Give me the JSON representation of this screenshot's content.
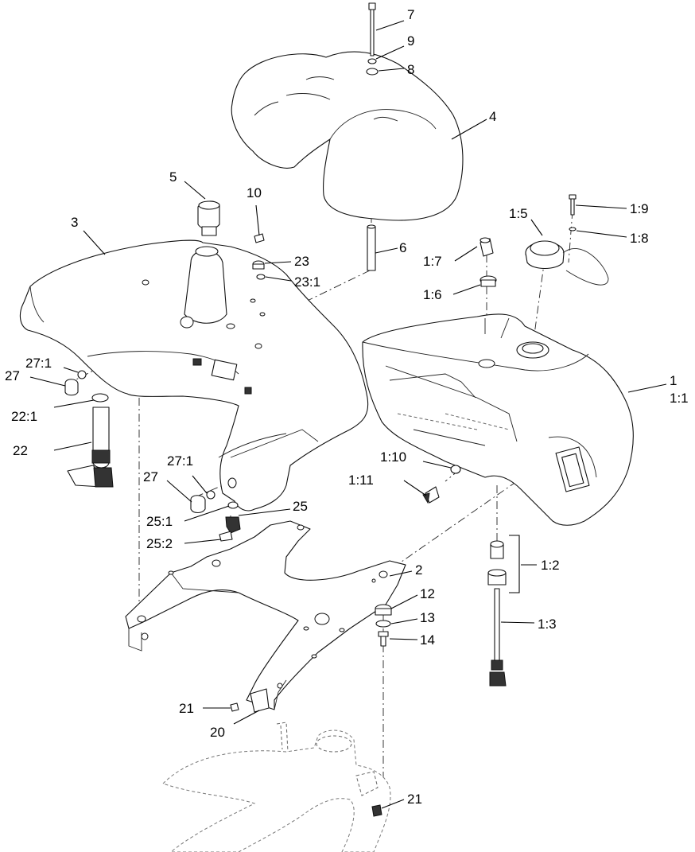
{
  "diagram": {
    "callouts": [
      {
        "id": "c7",
        "label": "7"
      },
      {
        "id": "c9",
        "label": "9"
      },
      {
        "id": "c8",
        "label": "8"
      },
      {
        "id": "c4",
        "label": "4"
      },
      {
        "id": "c5",
        "label": "5"
      },
      {
        "id": "c10",
        "label": "10"
      },
      {
        "id": "c3",
        "label": "3"
      },
      {
        "id": "c6",
        "label": "6"
      },
      {
        "id": "c23",
        "label": "23"
      },
      {
        "id": "c23_1",
        "label": "23:1"
      },
      {
        "id": "c1_5",
        "label": "1:5"
      },
      {
        "id": "c1_9",
        "label": "1:9"
      },
      {
        "id": "c1_8",
        "label": "1:8"
      },
      {
        "id": "c1_7",
        "label": "1:7"
      },
      {
        "id": "c1_6",
        "label": "1:6"
      },
      {
        "id": "c27_1a",
        "label": "27:1"
      },
      {
        "id": "c27a",
        "label": "27"
      },
      {
        "id": "c22_1",
        "label": "22:1"
      },
      {
        "id": "c22",
        "label": "22"
      },
      {
        "id": "c1",
        "label": "1"
      },
      {
        "id": "c1_1",
        "label": "1:1"
      },
      {
        "id": "c1_10",
        "label": "1:10"
      },
      {
        "id": "c1_11",
        "label": "1:11"
      },
      {
        "id": "c27_1b",
        "label": "27:1"
      },
      {
        "id": "c27b",
        "label": "27"
      },
      {
        "id": "c25",
        "label": "25"
      },
      {
        "id": "c25_1",
        "label": "25:1"
      },
      {
        "id": "c25_2",
        "label": "25:2"
      },
      {
        "id": "c2",
        "label": "2"
      },
      {
        "id": "c1_2",
        "label": "1:2"
      },
      {
        "id": "c12",
        "label": "12"
      },
      {
        "id": "c13",
        "label": "13"
      },
      {
        "id": "c14",
        "label": "14"
      },
      {
        "id": "c1_3",
        "label": "1:3"
      },
      {
        "id": "c21a",
        "label": "21"
      },
      {
        "id": "c20",
        "label": "20"
      },
      {
        "id": "c21b",
        "label": "21"
      }
    ]
  }
}
